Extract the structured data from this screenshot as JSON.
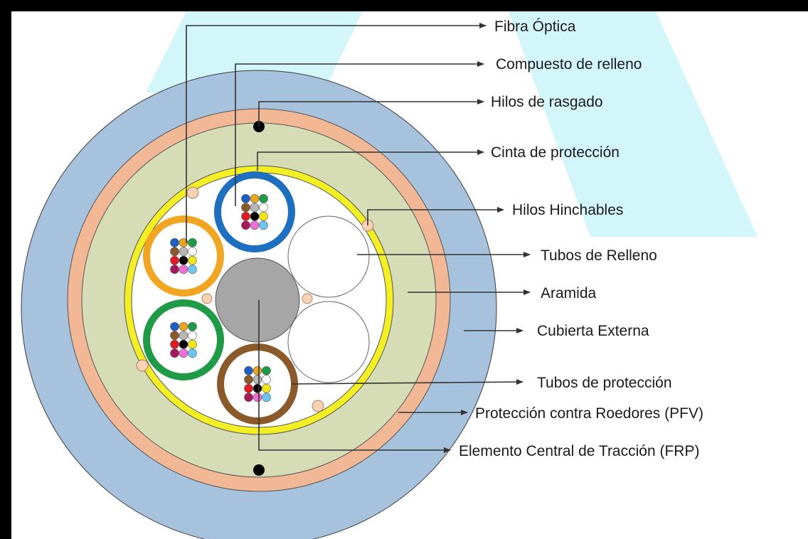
{
  "labels": {
    "fibra_optica": "Fibra Óptica",
    "compuesto_relleno": "Compuesto de relleno",
    "hilos_rasgado": "Hilos de rasgado",
    "cinta_proteccion": "Cinta de protección",
    "hilos_hinchables": "Hilos Hinchables",
    "tubos_relleno": "Tubos de Relleno",
    "aramida": "Aramida",
    "cubierta_externa": "Cubierta Externa",
    "tubos_proteccion": "Tubos de protección",
    "proteccion_roedores": "Protección contra Roedores (PFV)",
    "elemento_central": "Elemento Central de Tracción (FRP)"
  },
  "colors": {
    "frame": "#000000",
    "background_band": "#d3f6fb",
    "outer_jacket": "#a7c2dd",
    "rodent_protection": "#f2b896",
    "aramid": "#d6ddb6",
    "protection_tape": "#f4ef24",
    "core": "#ffffff",
    "central_member": "#a6a6a6",
    "tube_blue": "#1f6fc0",
    "tube_orange": "#f0a623",
    "tube_green": "#1f9a47",
    "tube_brown": "#8b5a2b",
    "swellable_yarn": "#f7d2b4",
    "fiber_colors": [
      "#1f5fbf",
      "#e8a520",
      "#1f9a47",
      "#8b5a2b",
      "#b7b7b7",
      "#ffffff",
      "#e01b24",
      "#000000",
      "#f2e514",
      "#a3195b",
      "#f06fd6",
      "#6ec5f2"
    ]
  }
}
